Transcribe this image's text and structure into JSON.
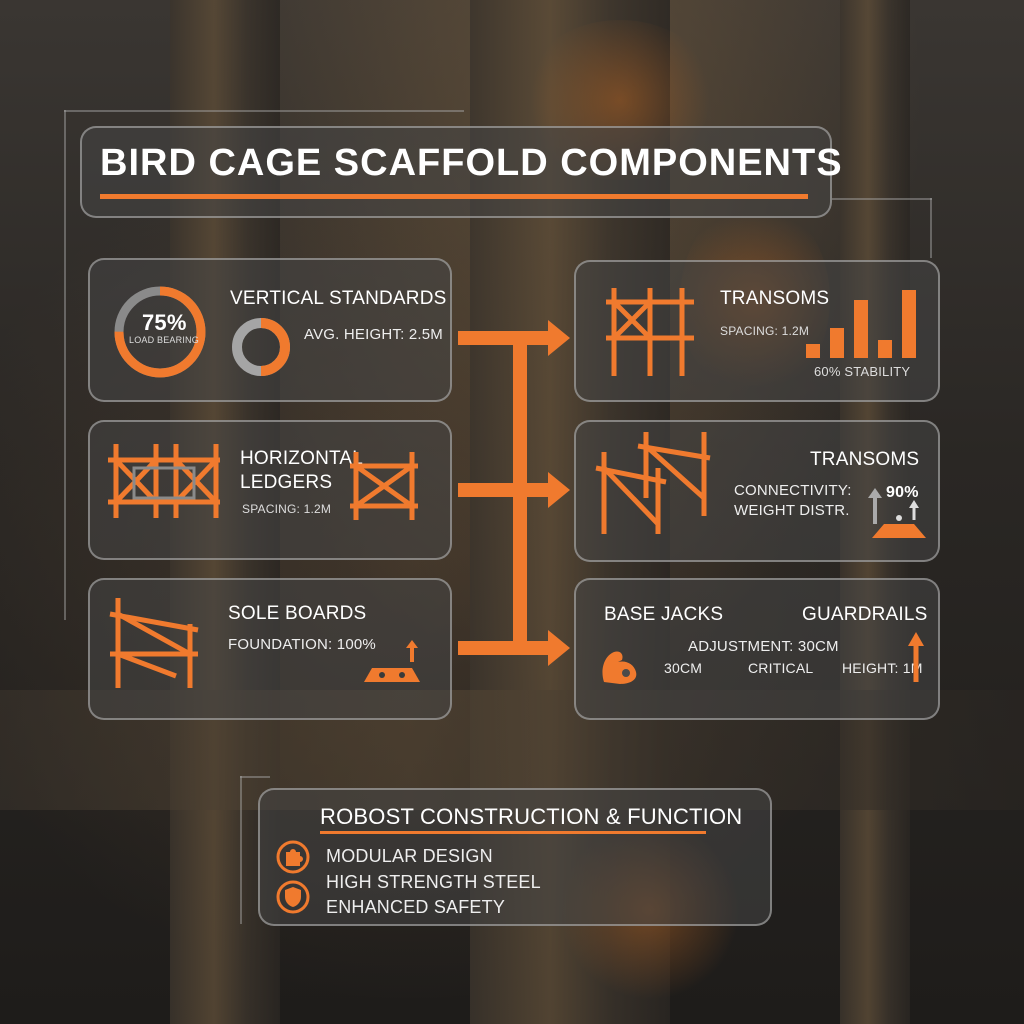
{
  "title": "BIRD CAGE SCAFFOLD COMPONENTS",
  "colors": {
    "accent": "#f07a2e",
    "panel": "#464646",
    "text": "#ffffff"
  },
  "panels": {
    "vertical_standards": {
      "name": "VERTICAL STANDARDS",
      "gauge_value": "75%",
      "gauge_label": "LOAD BEARING",
      "gauge_fraction": 0.75,
      "detail": "AVG. HEIGHT: 2.5M"
    },
    "horizontal_ledgers": {
      "name_line1": "HORIZONTAL",
      "name_line2": "LEDGERS",
      "detail": "SPACING: 1.2M"
    },
    "sole_boards": {
      "name": "SOLE BOARDS",
      "detail": "FOUNDATION: 100%"
    },
    "transoms_top": {
      "name": "TRANSOMS",
      "detail": "SPACING: 1.2M",
      "stat": "60% STABILITY"
    },
    "transoms_mid": {
      "name": "TRANSOMS",
      "detail1": "CONNECTIVITY:",
      "detail2": "WEIGHT DISTR.",
      "value": "90%"
    },
    "base_jacks": {
      "name": "BASE JACKS",
      "name2": "GUARDRAILS",
      "adjustment": "ADJUSTMENT: 30CM",
      "left_value": "30CM",
      "middle": "CRITICAL",
      "height": "HEIGHT: 1M"
    }
  },
  "summary": {
    "title": "ROBOST CONSTRUCTION & FUNCTION",
    "items": [
      "MODULAR DESIGN",
      "HIGH STRENGTH STEEL",
      "ENHANCED SAFETY"
    ]
  },
  "icons": {
    "gauge": "ring-gauge-icon",
    "donut": "donut-icon",
    "scaffold": "scaffold-frame-icon",
    "bars": "bar-chart-icon",
    "up_arrow": "up-arrow-icon",
    "base_plate": "base-plate-icon",
    "muscle": "strength-icon",
    "puzzle": "puzzle-icon",
    "shield": "shield-icon"
  }
}
